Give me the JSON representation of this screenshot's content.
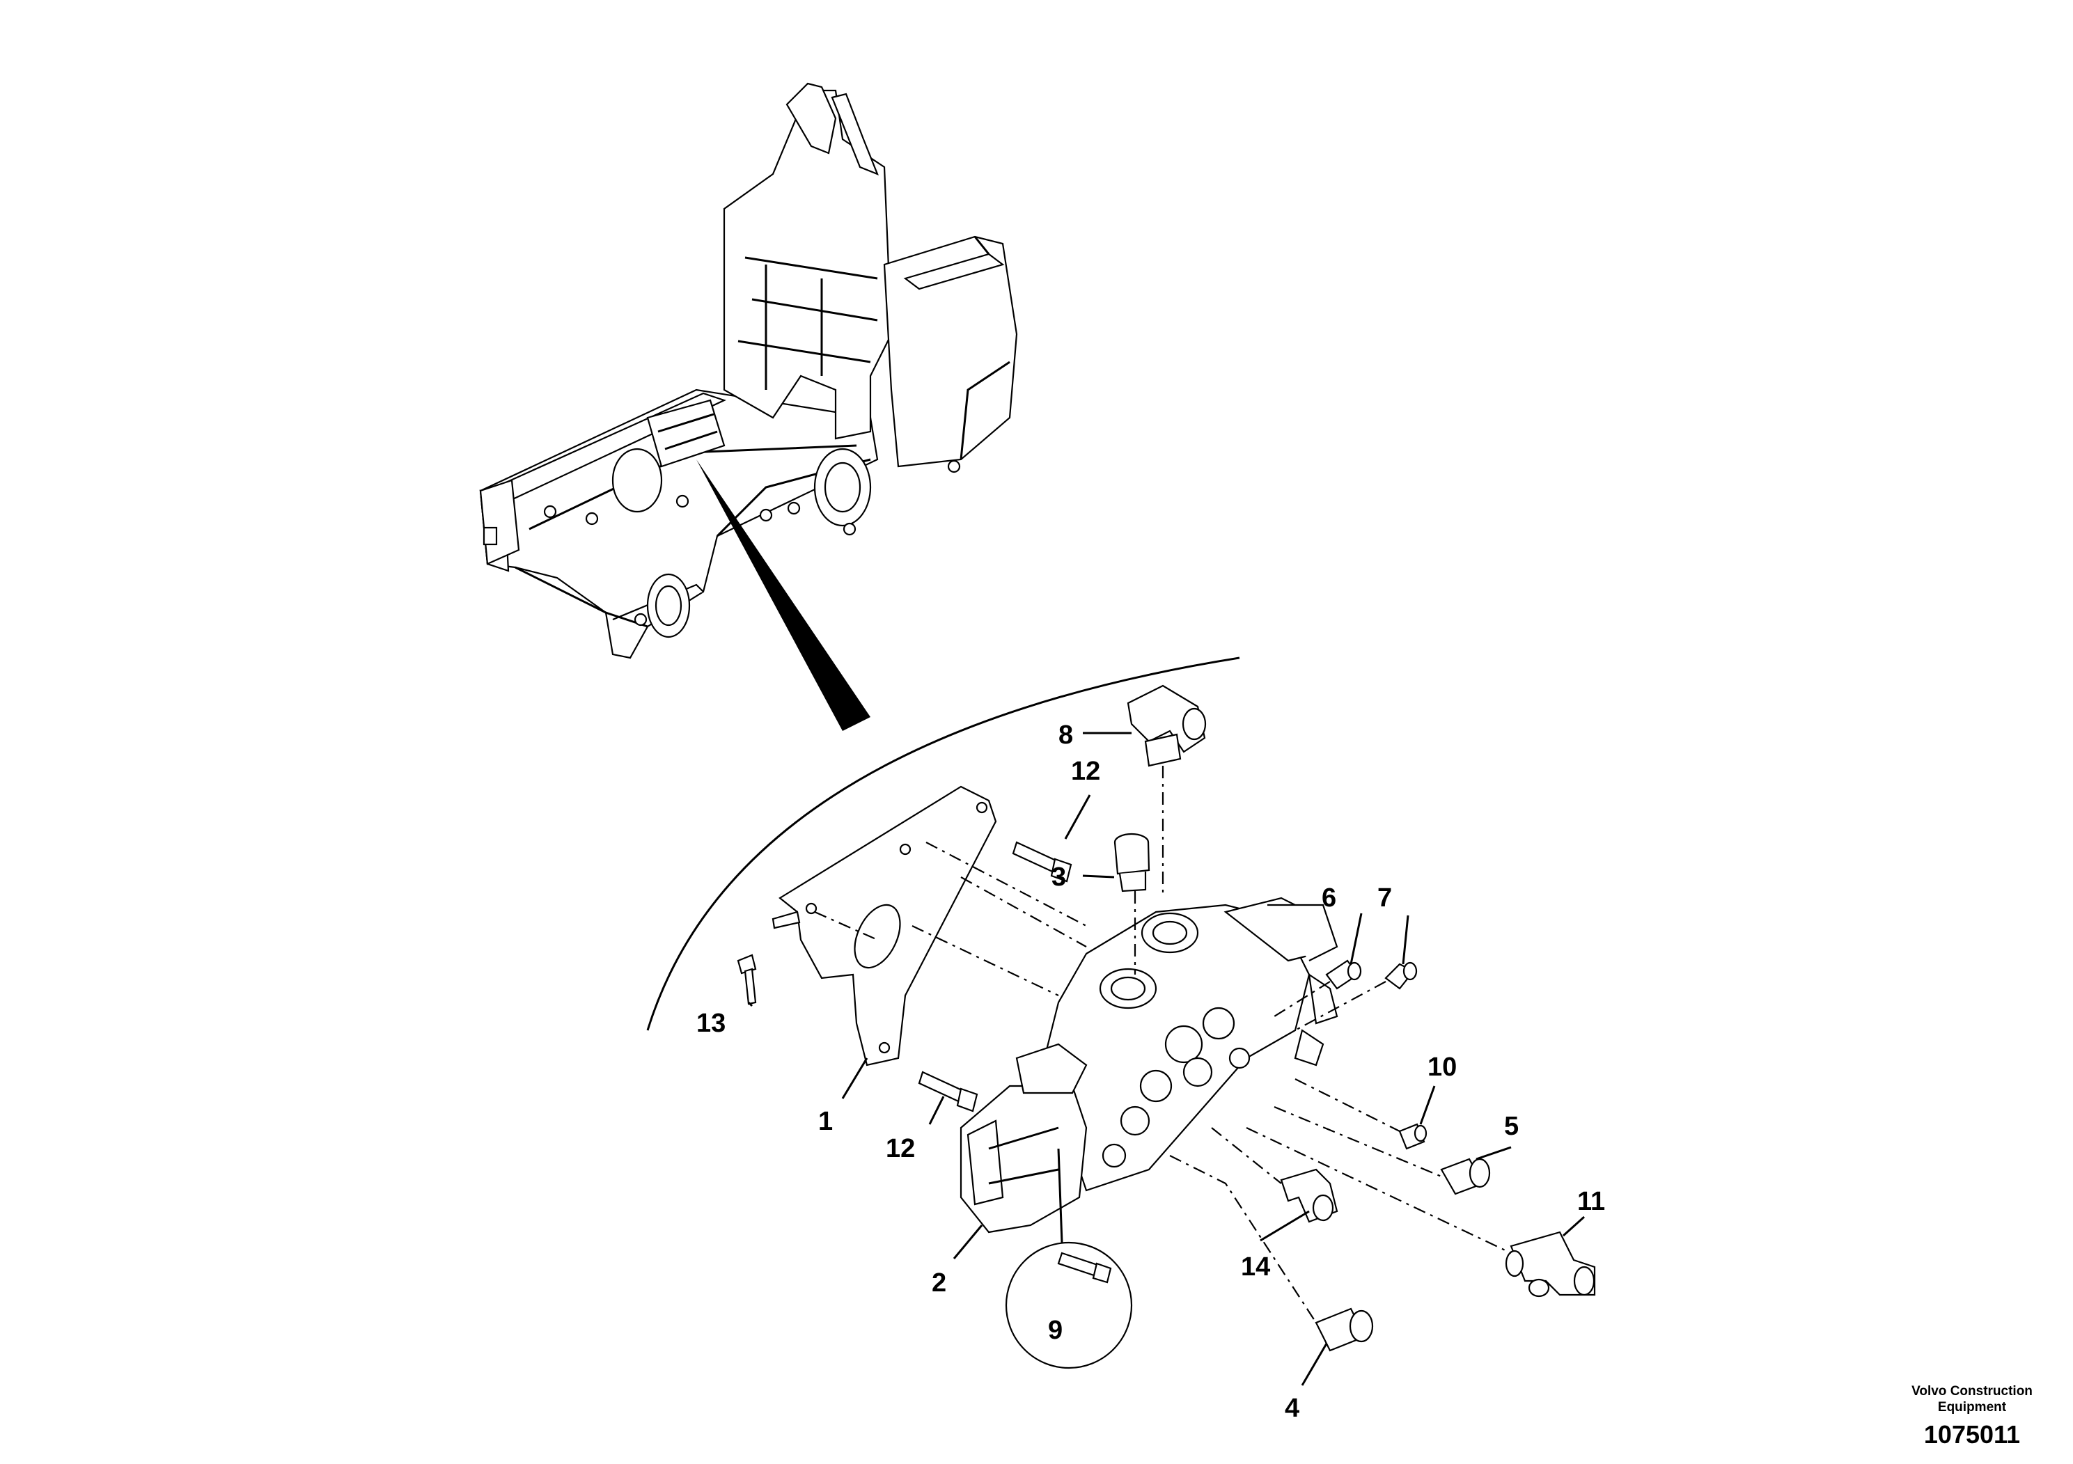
{
  "diagram": {
    "callouts": [
      "1",
      "2",
      "3",
      "4",
      "5",
      "6",
      "7",
      "8",
      "9",
      "10",
      "11",
      "12",
      "12",
      "13",
      "14"
    ]
  },
  "brand": {
    "name": "Volvo Construction Equipment",
    "doc_number": "1075011"
  }
}
